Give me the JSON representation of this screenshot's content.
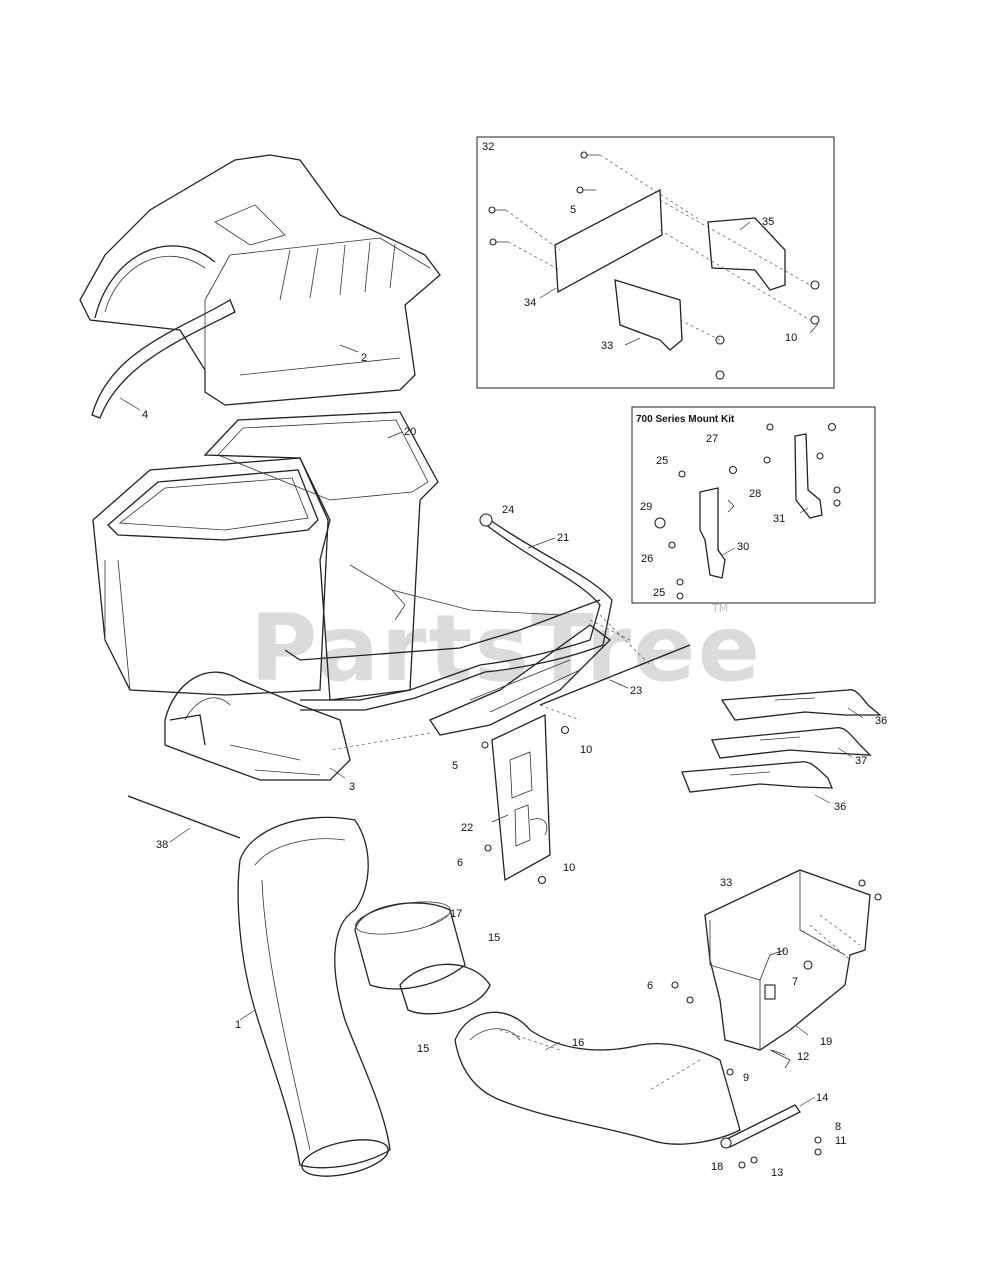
{
  "watermark": {
    "text": "PartsTree",
    "tm": "TM"
  },
  "inset_mount_kit": {
    "title": "700 Series Mount Kit"
  },
  "inset_32": {
    "label": "32"
  },
  "callouts": [
    {
      "id": "c1",
      "text": "1"
    },
    {
      "id": "c2",
      "text": "2"
    },
    {
      "id": "c3",
      "text": "3"
    },
    {
      "id": "c4",
      "text": "4"
    },
    {
      "id": "c5a",
      "text": "5"
    },
    {
      "id": "c5b",
      "text": "5"
    },
    {
      "id": "c6a",
      "text": "6"
    },
    {
      "id": "c6b",
      "text": "6"
    },
    {
      "id": "c7",
      "text": "7"
    },
    {
      "id": "c8",
      "text": "8"
    },
    {
      "id": "c9",
      "text": "9"
    },
    {
      "id": "c10a",
      "text": "10"
    },
    {
      "id": "c10b",
      "text": "10"
    },
    {
      "id": "c10c",
      "text": "10"
    },
    {
      "id": "c10d",
      "text": "10"
    },
    {
      "id": "c11",
      "text": "11"
    },
    {
      "id": "c12",
      "text": "12"
    },
    {
      "id": "c13",
      "text": "13"
    },
    {
      "id": "c14",
      "text": "14"
    },
    {
      "id": "c15a",
      "text": "15"
    },
    {
      "id": "c15b",
      "text": "15"
    },
    {
      "id": "c16",
      "text": "16"
    },
    {
      "id": "c17",
      "text": "17"
    },
    {
      "id": "c18",
      "text": "18"
    },
    {
      "id": "c19",
      "text": "19"
    },
    {
      "id": "c20",
      "text": "20"
    },
    {
      "id": "c21",
      "text": "21"
    },
    {
      "id": "c22",
      "text": "22"
    },
    {
      "id": "c23",
      "text": "23"
    },
    {
      "id": "c24",
      "text": "24"
    },
    {
      "id": "c25a",
      "text": "25"
    },
    {
      "id": "c25b",
      "text": "25"
    },
    {
      "id": "c26",
      "text": "26"
    },
    {
      "id": "c27",
      "text": "27"
    },
    {
      "id": "c28",
      "text": "28"
    },
    {
      "id": "c29",
      "text": "29"
    },
    {
      "id": "c30",
      "text": "30"
    },
    {
      "id": "c31",
      "text": "31"
    },
    {
      "id": "c33a",
      "text": "33"
    },
    {
      "id": "c33b",
      "text": "33"
    },
    {
      "id": "c34",
      "text": "34"
    },
    {
      "id": "c35",
      "text": "35"
    },
    {
      "id": "c36a",
      "text": "36"
    },
    {
      "id": "c36b",
      "text": "36"
    },
    {
      "id": "c37",
      "text": "37"
    },
    {
      "id": "c38",
      "text": "38"
    }
  ]
}
